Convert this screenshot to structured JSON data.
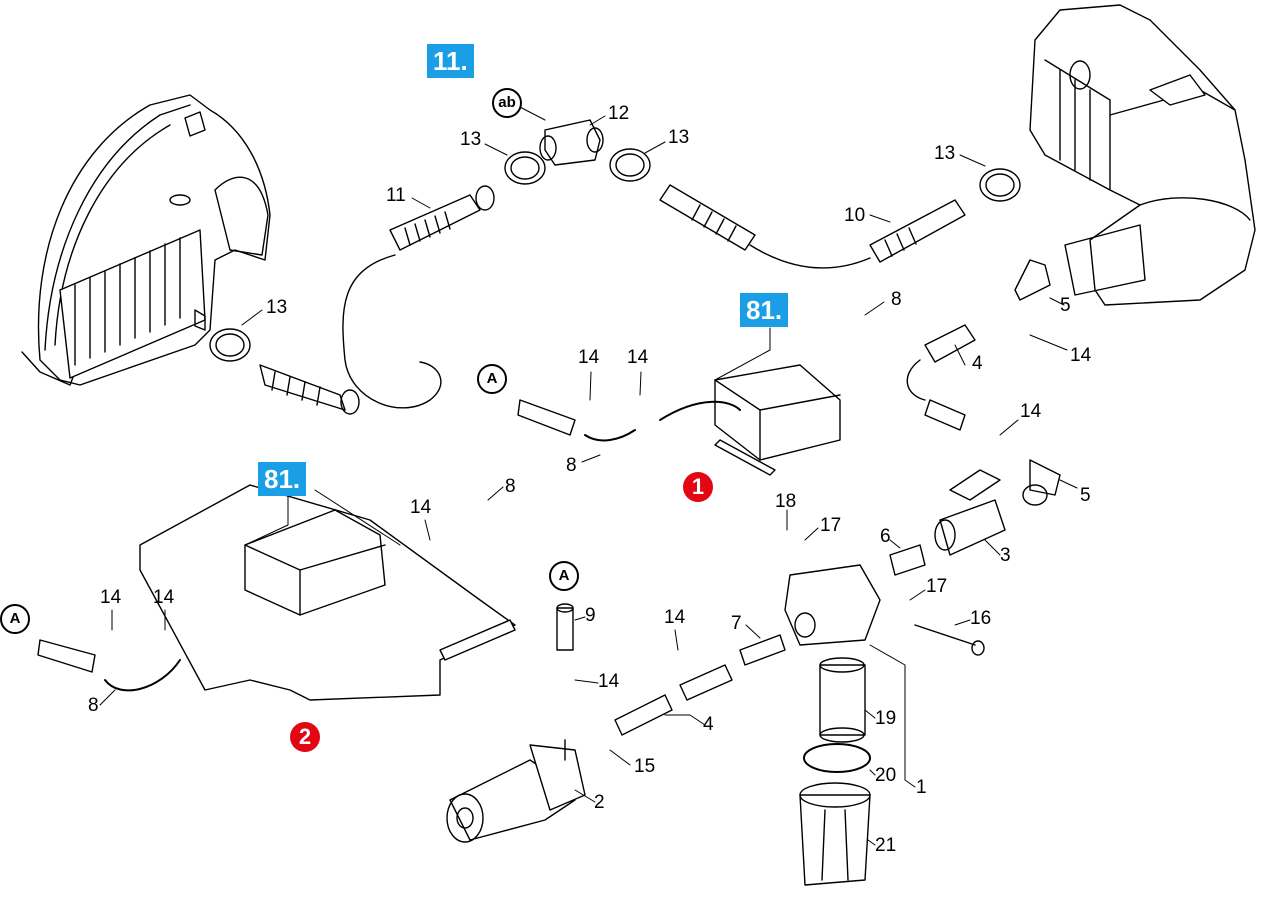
{
  "badges": {
    "b11": "11.",
    "b81_top": "81.",
    "b81_bottom": "81."
  },
  "markers": {
    "m1": "1",
    "m2": "2"
  },
  "refs": {
    "ab": "ab",
    "a1": "A",
    "a2": "A",
    "a3": "A"
  },
  "callouts": {
    "c1": "1",
    "c2": "2",
    "c3": "3",
    "c4a": "4",
    "c4b": "4",
    "c5a": "5",
    "c5b": "5",
    "c6": "6",
    "c7": "7",
    "c8a": "8",
    "c8b": "8",
    "c8c": "8",
    "c8d": "8",
    "c9": "9",
    "c10": "10",
    "c11": "11",
    "c12": "12",
    "c13a": "13",
    "c13b": "13",
    "c13c": "13",
    "c13d": "13",
    "c14a": "14",
    "c14b": "14",
    "c14c": "14",
    "c14d": "14",
    "c14e": "14",
    "c14f": "14",
    "c14g": "14",
    "c14h": "14",
    "c14i": "14",
    "c15": "15",
    "c16": "16",
    "c17a": "17",
    "c17b": "17",
    "c18": "18",
    "c19": "19",
    "c20": "20",
    "c21": "21"
  },
  "colors": {
    "badge": "#1a9ee6",
    "marker": "#e30613",
    "line": "#000000"
  }
}
